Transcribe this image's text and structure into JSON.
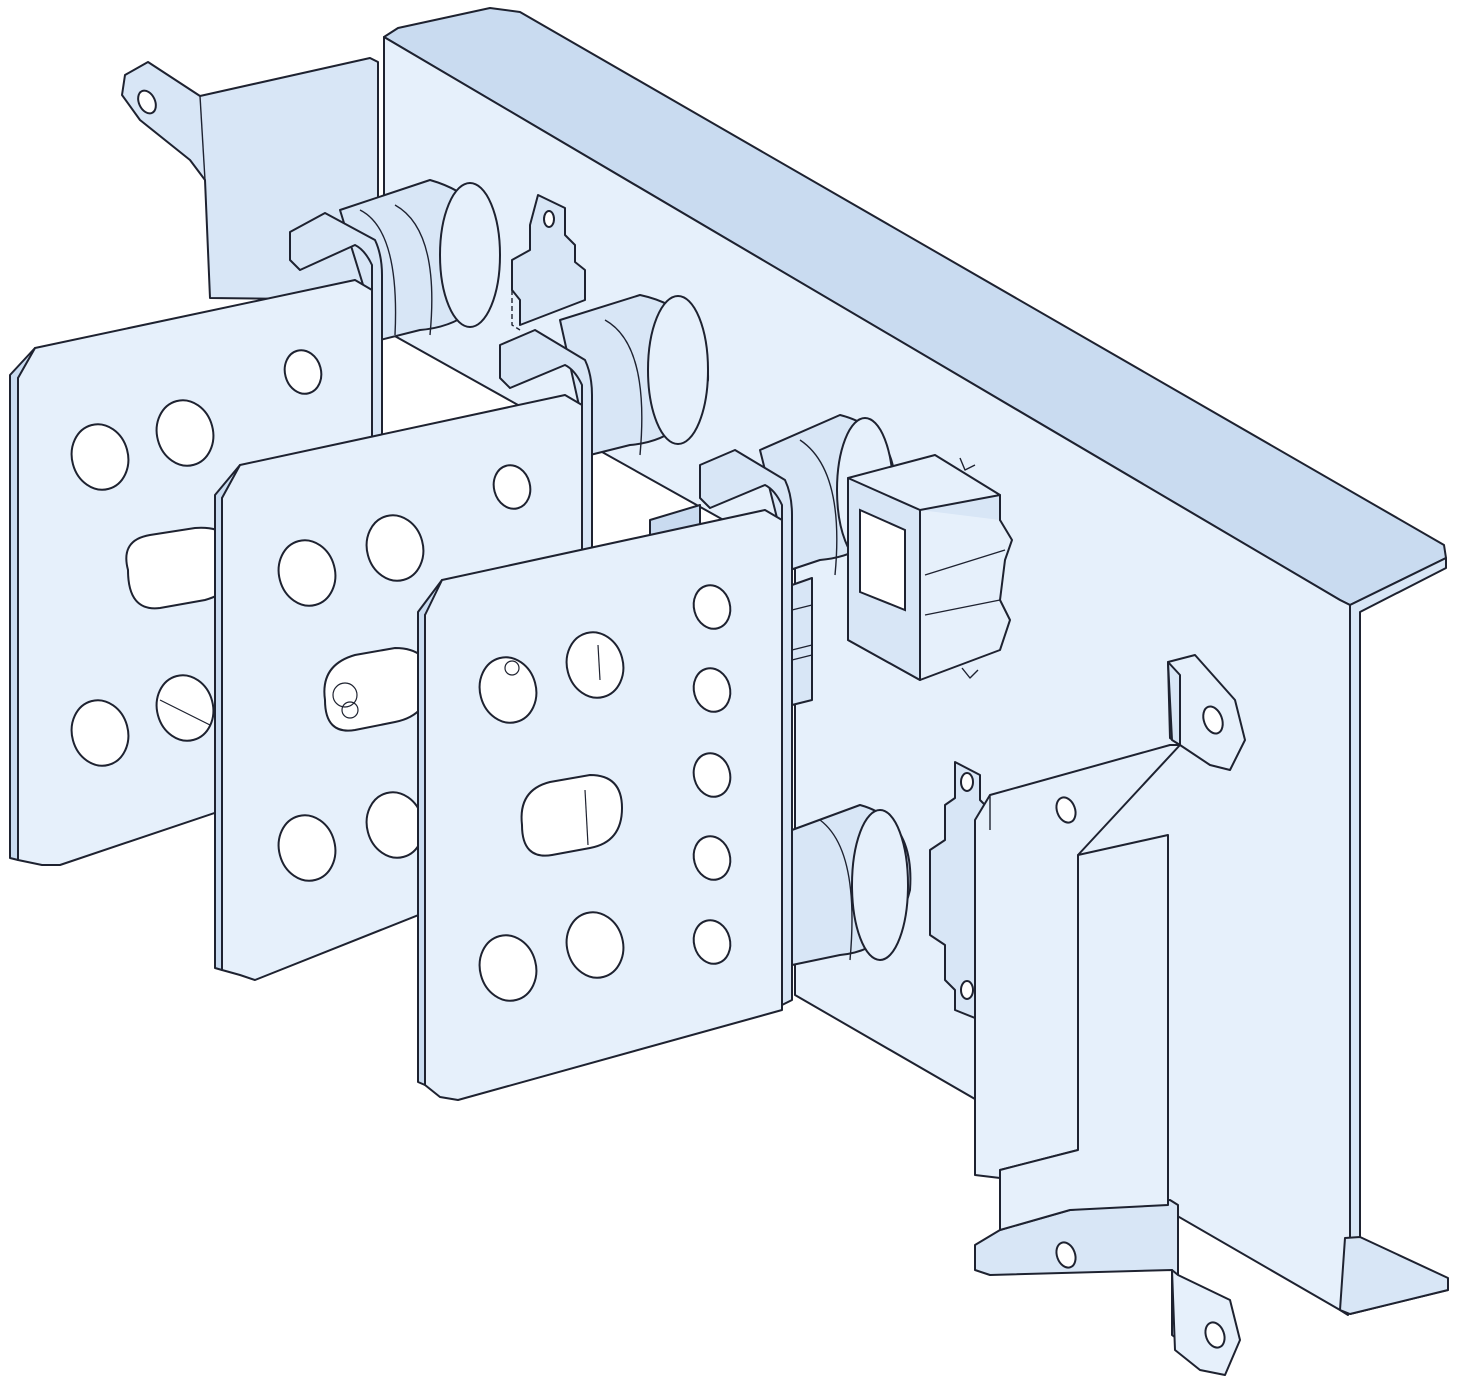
{
  "colors": {
    "background": "#ffffff",
    "metal_light": "#e6f0fb",
    "metal_mid": "#d8e6f6",
    "metal_dark": "#c9dbf0",
    "outline": "#1e2230"
  },
  "parts": {
    "back_plate": "mounting-plate",
    "busbars": [
      "busbar-left",
      "busbar-middle",
      "busbar-right"
    ],
    "insulators": [
      "insulator-top-left",
      "insulator-top-middle",
      "insulator-top-right",
      "insulator-bottom-right"
    ],
    "connector": "auxiliary-connector-block",
    "brackets": [
      "bracket-top-left",
      "bracket-right-upper",
      "bracket-right-lower"
    ],
    "clips": [
      "clip-upper",
      "clip-lower"
    ]
  }
}
